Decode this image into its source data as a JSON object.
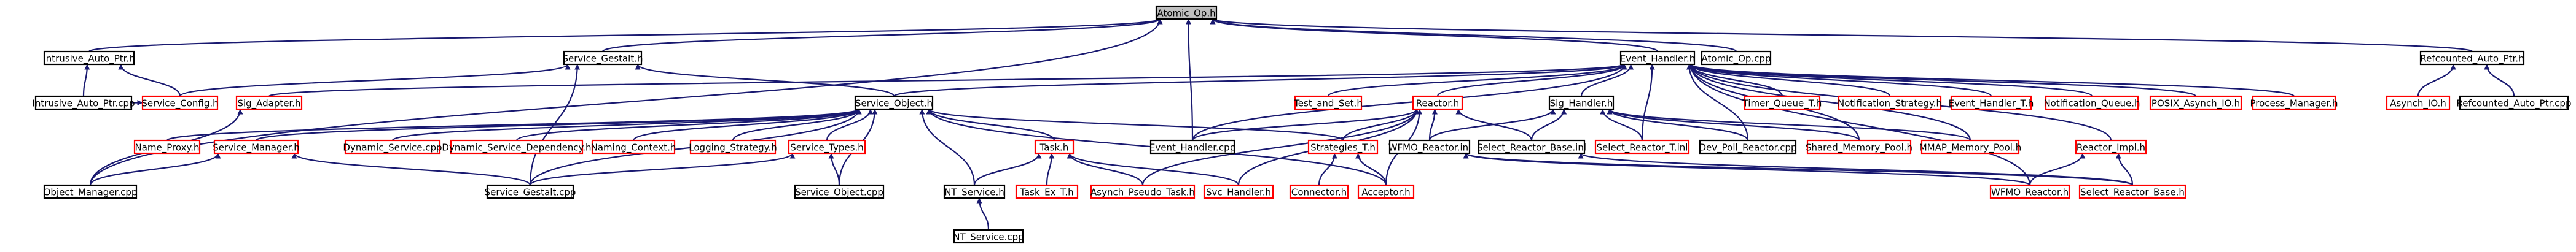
{
  "colors": {
    "edge": "#191970",
    "black_border": "#000000",
    "red_border": "#ff0000",
    "root_fill": "#bfbfbf",
    "text": "#000000"
  },
  "nodes": [
    {
      "id": "atomic_op_h",
      "label": "Atomic_Op.h",
      "border": "black",
      "root": true
    },
    {
      "id": "intrusive_auto_ptr_h",
      "label": "Intrusive_Auto_Ptr.h",
      "border": "black"
    },
    {
      "id": "service_gestalt_h",
      "label": "Service_Gestalt.h",
      "border": "black"
    },
    {
      "id": "event_handler_h",
      "label": "Event_Handler.h",
      "border": "black"
    },
    {
      "id": "atomic_op_cpp",
      "label": "Atomic_Op.cpp",
      "border": "black"
    },
    {
      "id": "refcounted_auto_ptr_h",
      "label": "Refcounted_Auto_Ptr.h",
      "border": "black"
    },
    {
      "id": "intrusive_auto_ptr_cpp",
      "label": "Intrusive_Auto_Ptr.cpp",
      "border": "black"
    },
    {
      "id": "service_config_h",
      "label": "Service_Config.h",
      "border": "red"
    },
    {
      "id": "sig_adapter_h",
      "label": "Sig_Adapter.h",
      "border": "red"
    },
    {
      "id": "service_object_h",
      "label": "Service_Object.h",
      "border": "black"
    },
    {
      "id": "test_and_set_h",
      "label": "Test_and_Set.h",
      "border": "red"
    },
    {
      "id": "reactor_h",
      "label": "Reactor.h",
      "border": "red"
    },
    {
      "id": "sig_handler_h",
      "label": "Sig_Handler.h",
      "border": "black"
    },
    {
      "id": "timer_queue_t_h",
      "label": "Timer_Queue_T.h",
      "border": "red"
    },
    {
      "id": "notification_strategy_h",
      "label": "Notification_Strategy.h",
      "border": "red"
    },
    {
      "id": "event_handler_t_h",
      "label": "Event_Handler_T.h",
      "border": "red"
    },
    {
      "id": "notification_queue_h",
      "label": "Notification_Queue.h",
      "border": "red"
    },
    {
      "id": "posix_asynch_io_h",
      "label": "POSIX_Asynch_IO.h",
      "border": "red"
    },
    {
      "id": "process_manager_h",
      "label": "Process_Manager.h",
      "border": "red"
    },
    {
      "id": "asynch_io_h",
      "label": "Asynch_IO.h",
      "border": "red"
    },
    {
      "id": "refcounted_auto_ptr_cpp",
      "label": "Refcounted_Auto_Ptr.cpp",
      "border": "black"
    },
    {
      "id": "name_proxy_h",
      "label": "Name_Proxy.h",
      "border": "red"
    },
    {
      "id": "service_manager_h",
      "label": "Service_Manager.h",
      "border": "red"
    },
    {
      "id": "dynamic_service_cpp",
      "label": "Dynamic_Service.cpp",
      "border": "red"
    },
    {
      "id": "dynamic_service_dependency_h",
      "label": "Dynamic_Service_Dependency.h",
      "border": "red"
    },
    {
      "id": "naming_context_h",
      "label": "Naming_Context.h",
      "border": "red"
    },
    {
      "id": "logging_strategy_h",
      "label": "Logging_Strategy.h",
      "border": "red"
    },
    {
      "id": "service_types_h",
      "label": "Service_Types.h",
      "border": "red"
    },
    {
      "id": "task_h",
      "label": "Task.h",
      "border": "red"
    },
    {
      "id": "event_handler_cpp",
      "label": "Event_Handler.cpp",
      "border": "black"
    },
    {
      "id": "strategies_t_h",
      "label": "Strategies_T.h",
      "border": "red"
    },
    {
      "id": "wfmo_reactor_inl",
      "label": "WFMO_Reactor.inl",
      "border": "black"
    },
    {
      "id": "select_reactor_base_inl",
      "label": "Select_Reactor_Base.inl",
      "border": "black"
    },
    {
      "id": "select_reactor_t_inl",
      "label": "Select_Reactor_T.inl",
      "border": "red"
    },
    {
      "id": "dev_poll_reactor_cpp",
      "label": "Dev_Poll_Reactor.cpp",
      "border": "black"
    },
    {
      "id": "shared_memory_pool_h",
      "label": "Shared_Memory_Pool.h",
      "border": "red"
    },
    {
      "id": "mmap_memory_pool_h",
      "label": "MMAP_Memory_Pool.h",
      "border": "red"
    },
    {
      "id": "reactor_impl_h",
      "label": "Reactor_Impl.h",
      "border": "red"
    },
    {
      "id": "object_manager_cpp",
      "label": "Object_Manager.cpp",
      "border": "black"
    },
    {
      "id": "service_gestalt_cpp",
      "label": "Service_Gestalt.cpp",
      "border": "black"
    },
    {
      "id": "service_object_cpp",
      "label": "Service_Object.cpp",
      "border": "black"
    },
    {
      "id": "nt_service_h",
      "label": "NT_Service.h",
      "border": "black"
    },
    {
      "id": "task_ex_t_h",
      "label": "Task_Ex_T.h",
      "border": "red"
    },
    {
      "id": "asynch_pseudo_task_h",
      "label": "Asynch_Pseudo_Task.h",
      "border": "red"
    },
    {
      "id": "svc_handler_h",
      "label": "Svc_Handler.h",
      "border": "red"
    },
    {
      "id": "connector_h",
      "label": "Connector.h",
      "border": "red"
    },
    {
      "id": "acceptor_h",
      "label": "Acceptor.h",
      "border": "red"
    },
    {
      "id": "wfmo_reactor_h",
      "label": "WFMO_Reactor.h",
      "border": "red"
    },
    {
      "id": "select_reactor_base_h",
      "label": "Select_Reactor_Base.h",
      "border": "red"
    },
    {
      "id": "nt_service_cpp",
      "label": "NT_Service.cpp",
      "border": "black"
    }
  ],
  "edges": [
    [
      "intrusive_auto_ptr_h",
      "atomic_op_h"
    ],
    [
      "service_gestalt_h",
      "atomic_op_h"
    ],
    [
      "event_handler_h",
      "atomic_op_h"
    ],
    [
      "atomic_op_cpp",
      "atomic_op_h"
    ],
    [
      "refcounted_auto_ptr_h",
      "atomic_op_h"
    ],
    [
      "event_handler_cpp",
      "atomic_op_h"
    ],
    [
      "object_manager_cpp",
      "atomic_op_h"
    ],
    [
      "intrusive_auto_ptr_cpp",
      "intrusive_auto_ptr_h"
    ],
    [
      "service_config_h",
      "intrusive_auto_ptr_h"
    ],
    [
      "service_config_h",
      "service_gestalt_h"
    ],
    [
      "service_gestalt_cpp",
      "service_gestalt_h"
    ],
    [
      "service_object_h",
      "service_gestalt_h"
    ],
    [
      "service_object_h",
      "event_handler_h"
    ],
    [
      "sig_adapter_h",
      "event_handler_h"
    ],
    [
      "test_and_set_h",
      "event_handler_h"
    ],
    [
      "reactor_h",
      "event_handler_h"
    ],
    [
      "sig_handler_h",
      "event_handler_h"
    ],
    [
      "timer_queue_t_h",
      "event_handler_h"
    ],
    [
      "notification_strategy_h",
      "event_handler_h"
    ],
    [
      "event_handler_t_h",
      "event_handler_h"
    ],
    [
      "notification_queue_h",
      "event_handler_h"
    ],
    [
      "posix_asynch_io_h",
      "event_handler_h"
    ],
    [
      "process_manager_h",
      "event_handler_h"
    ],
    [
      "event_handler_cpp",
      "event_handler_h"
    ],
    [
      "dev_poll_reactor_cpp",
      "event_handler_h"
    ],
    [
      "shared_memory_pool_h",
      "event_handler_h"
    ],
    [
      "mmap_memory_pool_h",
      "event_handler_h"
    ],
    [
      "wfmo_reactor_h",
      "event_handler_h"
    ],
    [
      "select_reactor_t_inl",
      "event_handler_h"
    ],
    [
      "intrusive_auto_ptr_cpp",
      "service_config_h"
    ],
    [
      "asynch_io_h",
      "refcounted_auto_ptr_h"
    ],
    [
      "refcounted_auto_ptr_cpp",
      "refcounted_auto_ptr_h"
    ],
    [
      "object_manager_cpp",
      "sig_adapter_h"
    ],
    [
      "name_proxy_h",
      "service_object_h"
    ],
    [
      "service_manager_h",
      "service_object_h"
    ],
    [
      "dynamic_service_cpp",
      "service_object_h"
    ],
    [
      "dynamic_service_dependency_h",
      "service_object_h"
    ],
    [
      "naming_context_h",
      "service_object_h"
    ],
    [
      "logging_strategy_h",
      "service_object_h"
    ],
    [
      "service_types_h",
      "service_object_h"
    ],
    [
      "task_h",
      "service_object_h"
    ],
    [
      "strategies_t_h",
      "service_object_h"
    ],
    [
      "service_gestalt_cpp",
      "service_object_h"
    ],
    [
      "service_object_cpp",
      "service_object_h"
    ],
    [
      "nt_service_h",
      "service_object_h"
    ],
    [
      "acceptor_h",
      "service_object_h"
    ],
    [
      "object_manager_cpp",
      "service_manager_h"
    ],
    [
      "service_gestalt_cpp",
      "service_manager_h"
    ],
    [
      "service_gestalt_cpp",
      "service_types_h"
    ],
    [
      "service_object_cpp",
      "service_types_h"
    ],
    [
      "nt_service_h",
      "task_h"
    ],
    [
      "task_ex_t_h",
      "task_h"
    ],
    [
      "asynch_pseudo_task_h",
      "task_h"
    ],
    [
      "svc_handler_h",
      "task_h"
    ],
    [
      "nt_service_cpp",
      "nt_service_h"
    ],
    [
      "event_handler_cpp",
      "reactor_h"
    ],
    [
      "strategies_t_h",
      "reactor_h"
    ],
    [
      "wfmo_reactor_inl",
      "reactor_h"
    ],
    [
      "select_reactor_base_inl",
      "reactor_h"
    ],
    [
      "asynch_pseudo_task_h",
      "reactor_h"
    ],
    [
      "svc_handler_h",
      "reactor_h"
    ],
    [
      "acceptor_h",
      "reactor_h"
    ],
    [
      "wfmo_reactor_inl",
      "sig_handler_h"
    ],
    [
      "select_reactor_base_inl",
      "sig_handler_h"
    ],
    [
      "select_reactor_t_inl",
      "sig_handler_h"
    ],
    [
      "dev_poll_reactor_cpp",
      "sig_handler_h"
    ],
    [
      "shared_memory_pool_h",
      "sig_handler_h"
    ],
    [
      "mmap_memory_pool_h",
      "sig_handler_h"
    ],
    [
      "connector_h",
      "strategies_t_h"
    ],
    [
      "acceptor_h",
      "strategies_t_h"
    ],
    [
      "wfmo_reactor_h",
      "reactor_impl_h"
    ],
    [
      "select_reactor_base_h",
      "reactor_impl_h"
    ],
    [
      "select_reactor_base_h",
      "wfmo_reactor_inl"
    ],
    [
      "wfmo_reactor_h",
      "wfmo_reactor_inl"
    ],
    [
      "select_reactor_base_h",
      "select_reactor_base_inl"
    ],
    [
      "reactor_impl_h",
      "event_handler_h"
    ]
  ]
}
